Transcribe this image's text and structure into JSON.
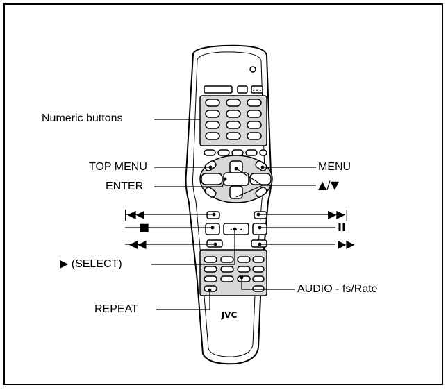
{
  "labels": {
    "numeric_buttons": "Numeric buttons",
    "top_menu": "TOP MENU",
    "enter": "ENTER",
    "menu": "MENU",
    "up_down": "▲/▼",
    "prev": "|◀◀",
    "stop": "■",
    "rewind": "◀◀",
    "next": "▶▶|",
    "pause": "II",
    "fast_forward": "▶▶",
    "select": "▶ (SELECT)",
    "audio": "AUDIO - fs/Rate",
    "repeat": "REPEAT"
  },
  "remote": {
    "brand": "JVC"
  }
}
